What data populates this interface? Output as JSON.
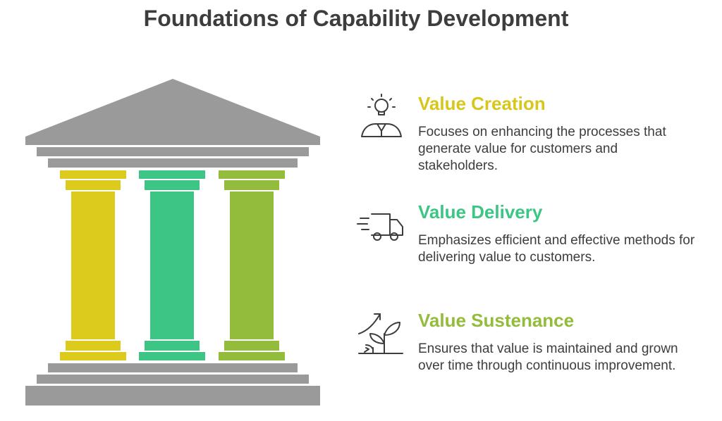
{
  "title": "Foundations of Capability Development",
  "colors": {
    "roof": "#9a9a9a",
    "yellow": "#dccb1c",
    "green": "#3cc584",
    "olive": "#94bc3c",
    "text": "#3d3d3d"
  },
  "items": [
    {
      "icon": "lightbulb-person-icon",
      "heading": "Value Creation",
      "color": "#d7c71c",
      "description": "Focuses on enhancing the processes that generate value for customers and stakeholders."
    },
    {
      "icon": "delivery-truck-icon",
      "heading": "Value Delivery",
      "color": "#3cc584",
      "description": "Emphasizes efficient and effective methods for delivering value to customers."
    },
    {
      "icon": "growing-plant-icon",
      "heading": "Value Sustenance",
      "color": "#94bc3c",
      "description": "Ensures that value is maintained and grown over time through continuous improvement."
    }
  ]
}
